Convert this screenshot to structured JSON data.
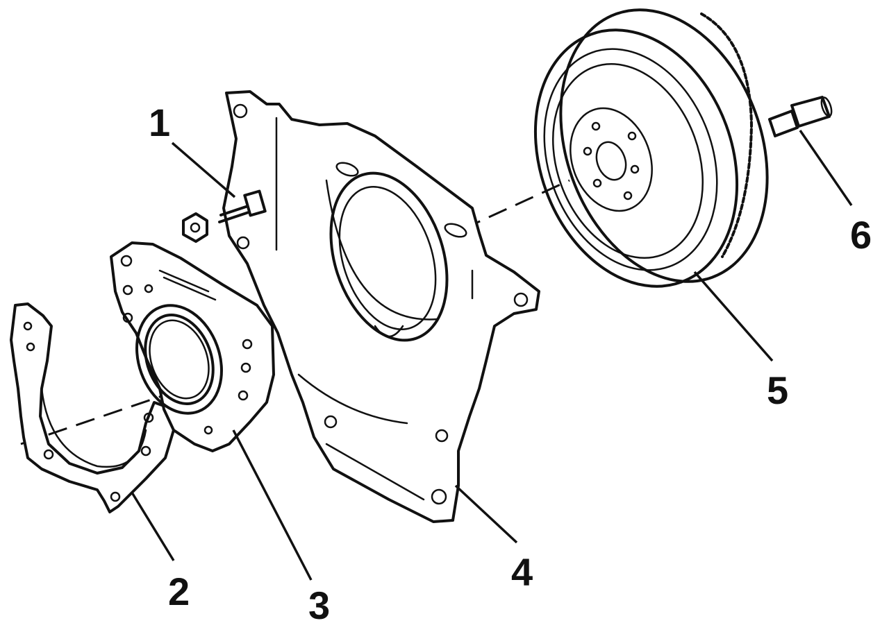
{
  "callouts": [
    {
      "id": "1",
      "label": "1"
    },
    {
      "id": "2",
      "label": "2"
    },
    {
      "id": "3",
      "label": "3"
    },
    {
      "id": "4",
      "label": "4"
    },
    {
      "id": "5",
      "label": "5"
    },
    {
      "id": "6",
      "label": "6"
    }
  ],
  "colors": {
    "ink": "#111111",
    "background": "#ffffff"
  }
}
